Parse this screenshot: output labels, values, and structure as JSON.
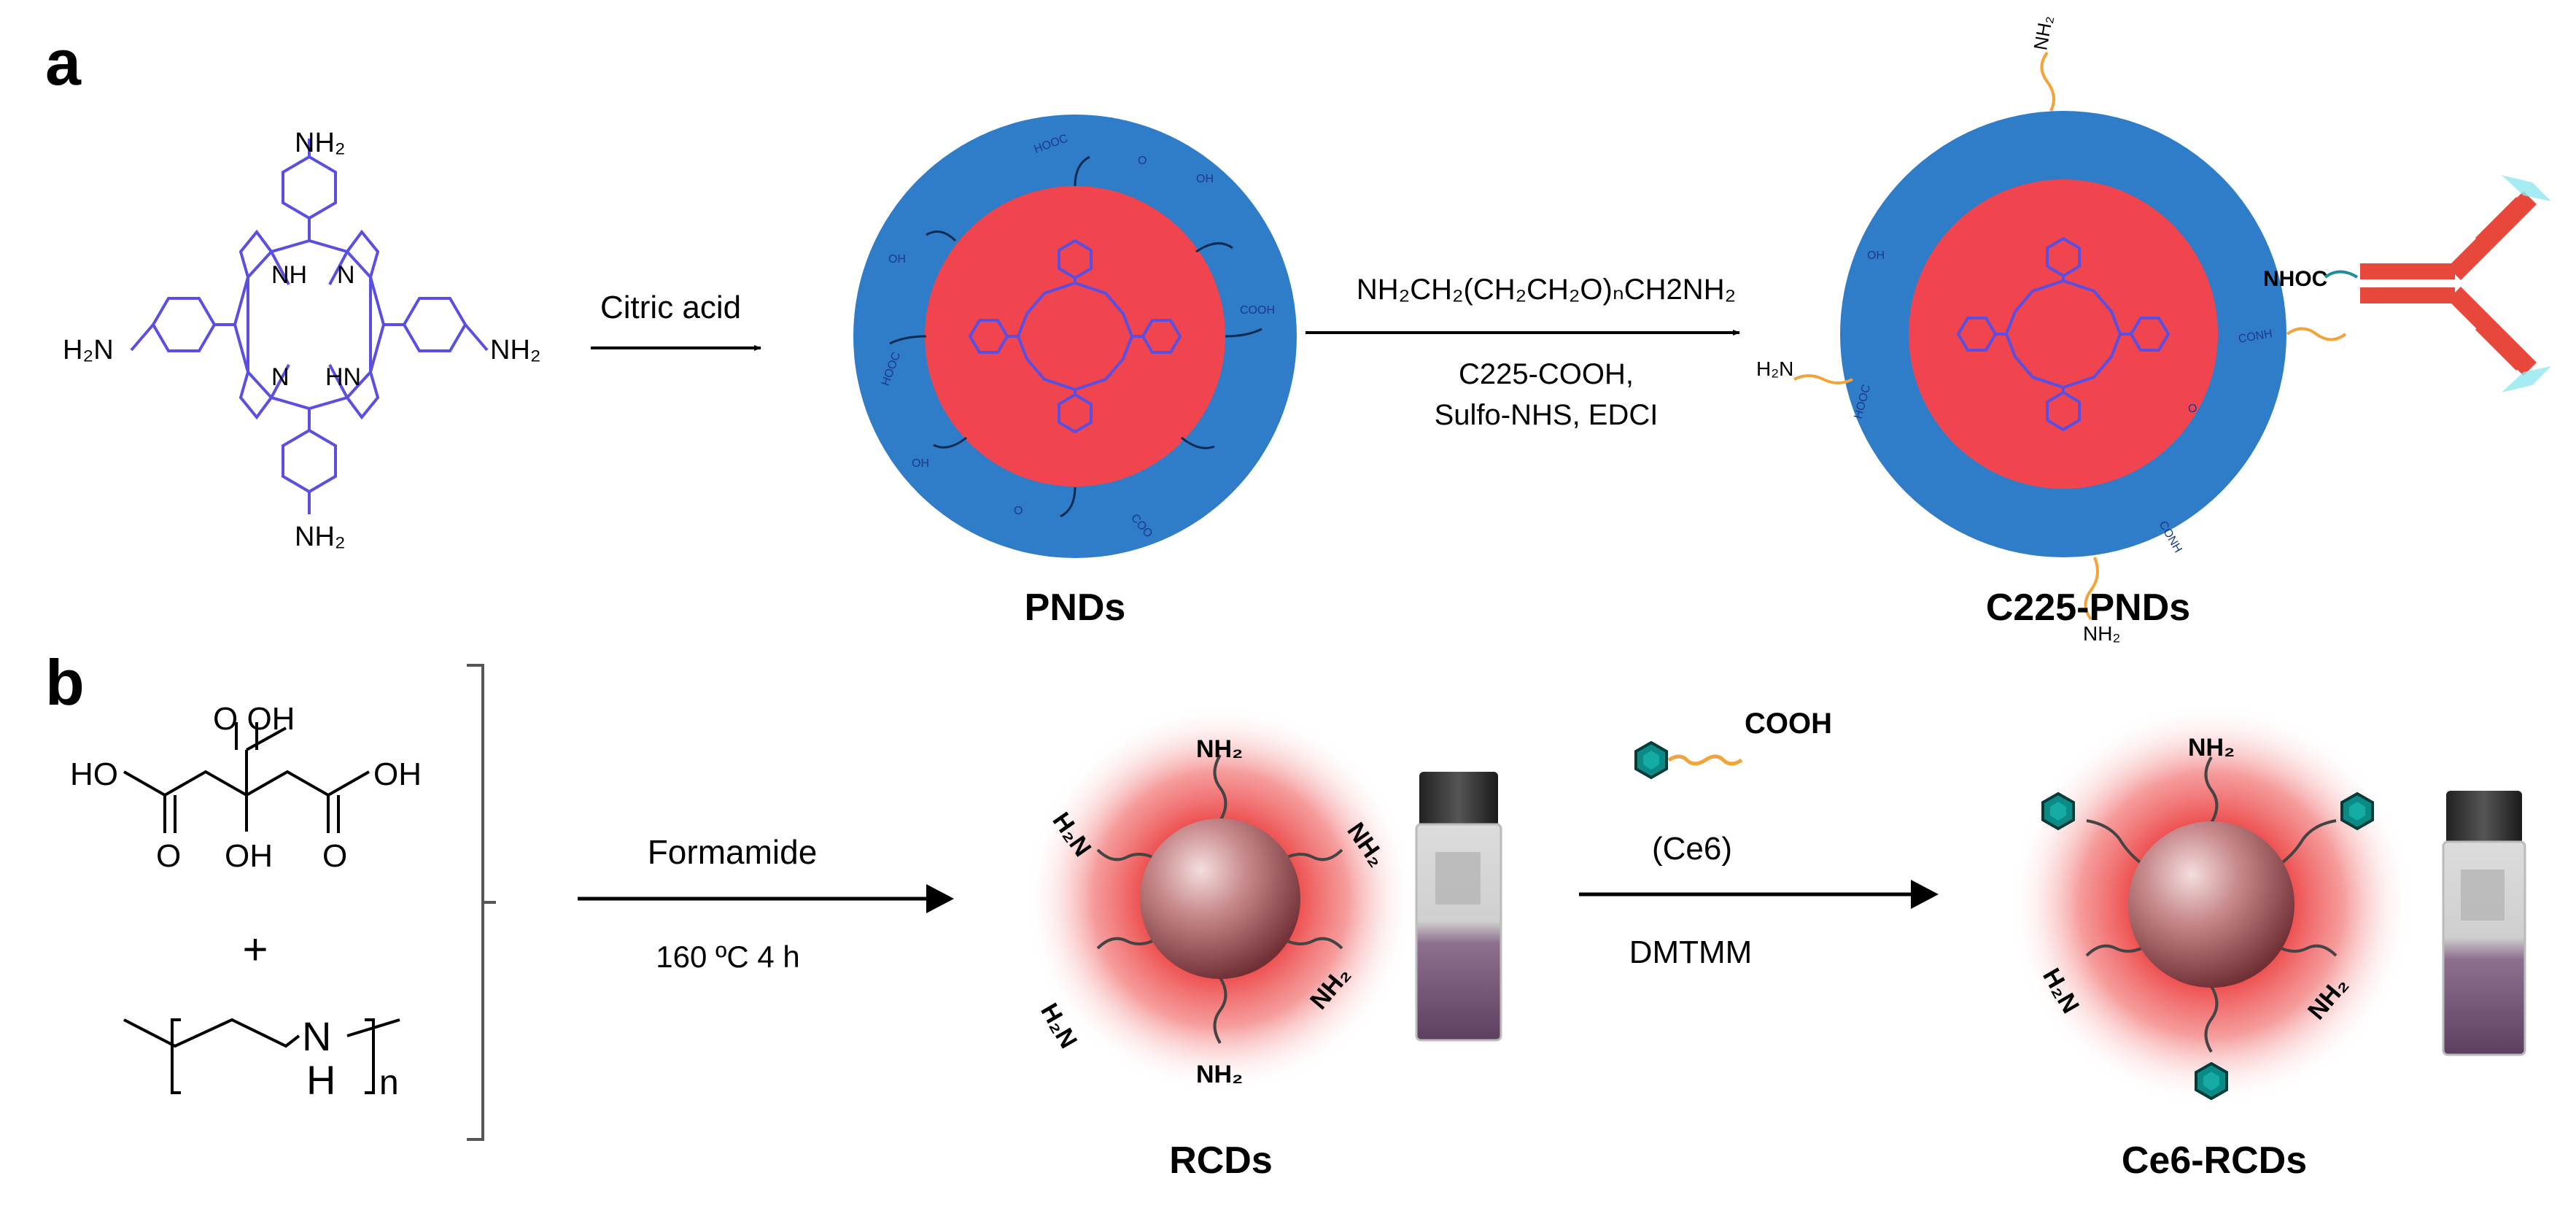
{
  "panel_a": {
    "letter": "a",
    "porphyrin": {
      "substituent_top": "NH₂",
      "substituent_bottom": "NH₂",
      "substituent_left": "H₂N",
      "substituent_right": "NH₂",
      "nh_upper": "NH",
      "nh_lower": "HN",
      "n_upper": "N",
      "n_lower": "N"
    },
    "step1_reagent": "Citric acid",
    "pnd": {
      "name": "PNDs",
      "surface_groups": [
        "HOOC",
        "OH",
        "HOOC",
        "OH",
        "OH",
        "COOH",
        "O",
        "COO",
        "O"
      ]
    },
    "step2": {
      "reagent_main": "NH₂CH₂(CH₂CH₂O)ₙCH2NH₂",
      "reagent_line2": "C225-COOH,",
      "reagent_line3": "Sulfo-NHS, EDCI"
    },
    "c225_pnd": {
      "name": "C225-PNDs",
      "amine_labels": [
        "NH₂",
        "H₂N",
        "NH₂"
      ],
      "antibody_link": "NHOC",
      "surface_groups": [
        "HOOC",
        "CONH",
        "OH",
        "CONH",
        "O"
      ]
    }
  },
  "panel_b": {
    "letter": "b",
    "citric_acid": {
      "cooh_top": "O   OH",
      "left_group": "HO",
      "right_group": "OH",
      "oh_center": "OH",
      "o_left": "O",
      "o_right": "O"
    },
    "plus": "+",
    "pei": {
      "nh": "N",
      "h": "H",
      "subscript": "n"
    },
    "step1": {
      "reagent_top": "Formamide",
      "reagent_bottom": "160 ºC 4 h"
    },
    "rcd": {
      "name": "RCDs",
      "amine_labels": [
        "NH₂",
        "NH₂",
        "NH₂",
        "NH₂",
        "H₂N",
        "H₂N"
      ]
    },
    "step2": {
      "reagent_top": "(Ce6)",
      "reagent_bottom": "DMTMM",
      "ce6_label": "COOH"
    },
    "ce6_rcd": {
      "name": "Ce6-RCDs",
      "amine_labels": [
        "NH₂",
        "H₂N",
        "NH₂"
      ]
    }
  },
  "colors": {
    "porphyrin": "#5a4fe0",
    "shell_blue": "#2f7cc9",
    "core_red": "#f0454e",
    "glow_red": "#e82121",
    "sphere": "#a2565a",
    "ce6_teal": "#0c8a86",
    "antibody_red": "#e8473c",
    "antibody_cyan": "#8fe8ef",
    "linker_orange": "#f2a43a",
    "vial_liquid": "#6a4a6b"
  }
}
